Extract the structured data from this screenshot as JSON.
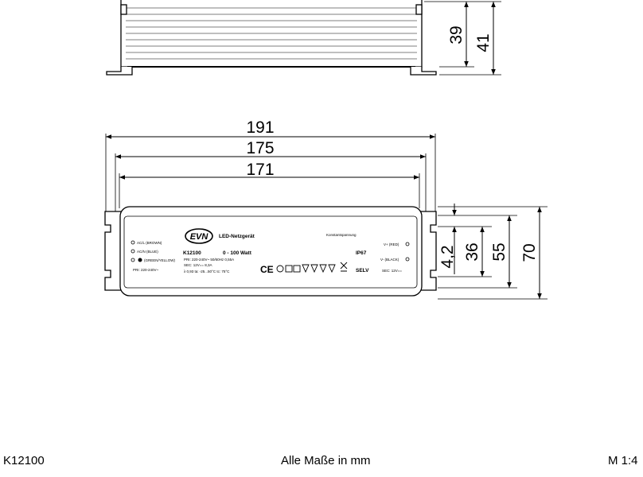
{
  "footer": {
    "model": "K12100",
    "units_note": "Alle Maße in mm",
    "scale": "M 1:4"
  },
  "dimensions": {
    "overall_length": "191",
    "mount_hole_spacing": "175",
    "body_length": "171",
    "body_height_inner": "39",
    "body_height_total": "41",
    "slot_width": "4,2",
    "body_width": "36",
    "mount_spacing_width": "55",
    "overall_width": "70"
  },
  "label": {
    "logo": "EVN",
    "product_name": "LED-Netzgerät",
    "mode": "Konstantspannung",
    "model": "K12100",
    "power": "0 - 100 Watt",
    "ip_rating": "IP67",
    "input_spec": "PRI: 220-240V~ 50/60Hz 0,55A",
    "output_spec": "SEC: 12V== 8,3A",
    "temp_spec": "λ 0,93  ta: -25...50°C  tc: 75°C",
    "certs": "CE",
    "selv": "SELV",
    "wire_ac_l": "AC/L (BROWN)",
    "wire_ac_n": "AC/N (BLUE)",
    "wire_pe": "(GREEN/YELLOW)",
    "pri_short": "PRI: 220-240V~",
    "wire_v_plus": "V+ (RED)",
    "wire_v_minus": "V- (BLACK)",
    "sec_short": "SEC: 12V=="
  }
}
